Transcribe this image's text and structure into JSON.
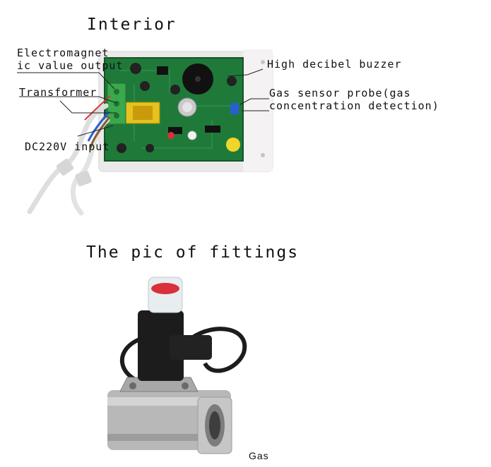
{
  "headings": {
    "interior": "Interior",
    "fittings": "The pic of fittings"
  },
  "callouts": {
    "electromagnetic_line1": "Electromagnet",
    "electromagnetic_line2": "ic value output",
    "transformer": "Transformer",
    "dc_input": "DC220V input",
    "buzzer": "High decibel buzzer",
    "gas_sensor_line1": "Gas sensor probe(gas",
    "gas_sensor_line2": "concentration detection)"
  },
  "valve_caption": "Gas",
  "icons": {
    "interior_photo": "circuit-board-photo",
    "valve_photo": "solenoid-valve-photo"
  },
  "colors": {
    "pcb_green": "#1f7a3a",
    "enclosure": "#ece9ea",
    "terminal_green": "#3aa84c",
    "valve_black": "#1c1c1c",
    "valve_steel": "#b8b8b8",
    "indicator_red": "#d9303a"
  }
}
